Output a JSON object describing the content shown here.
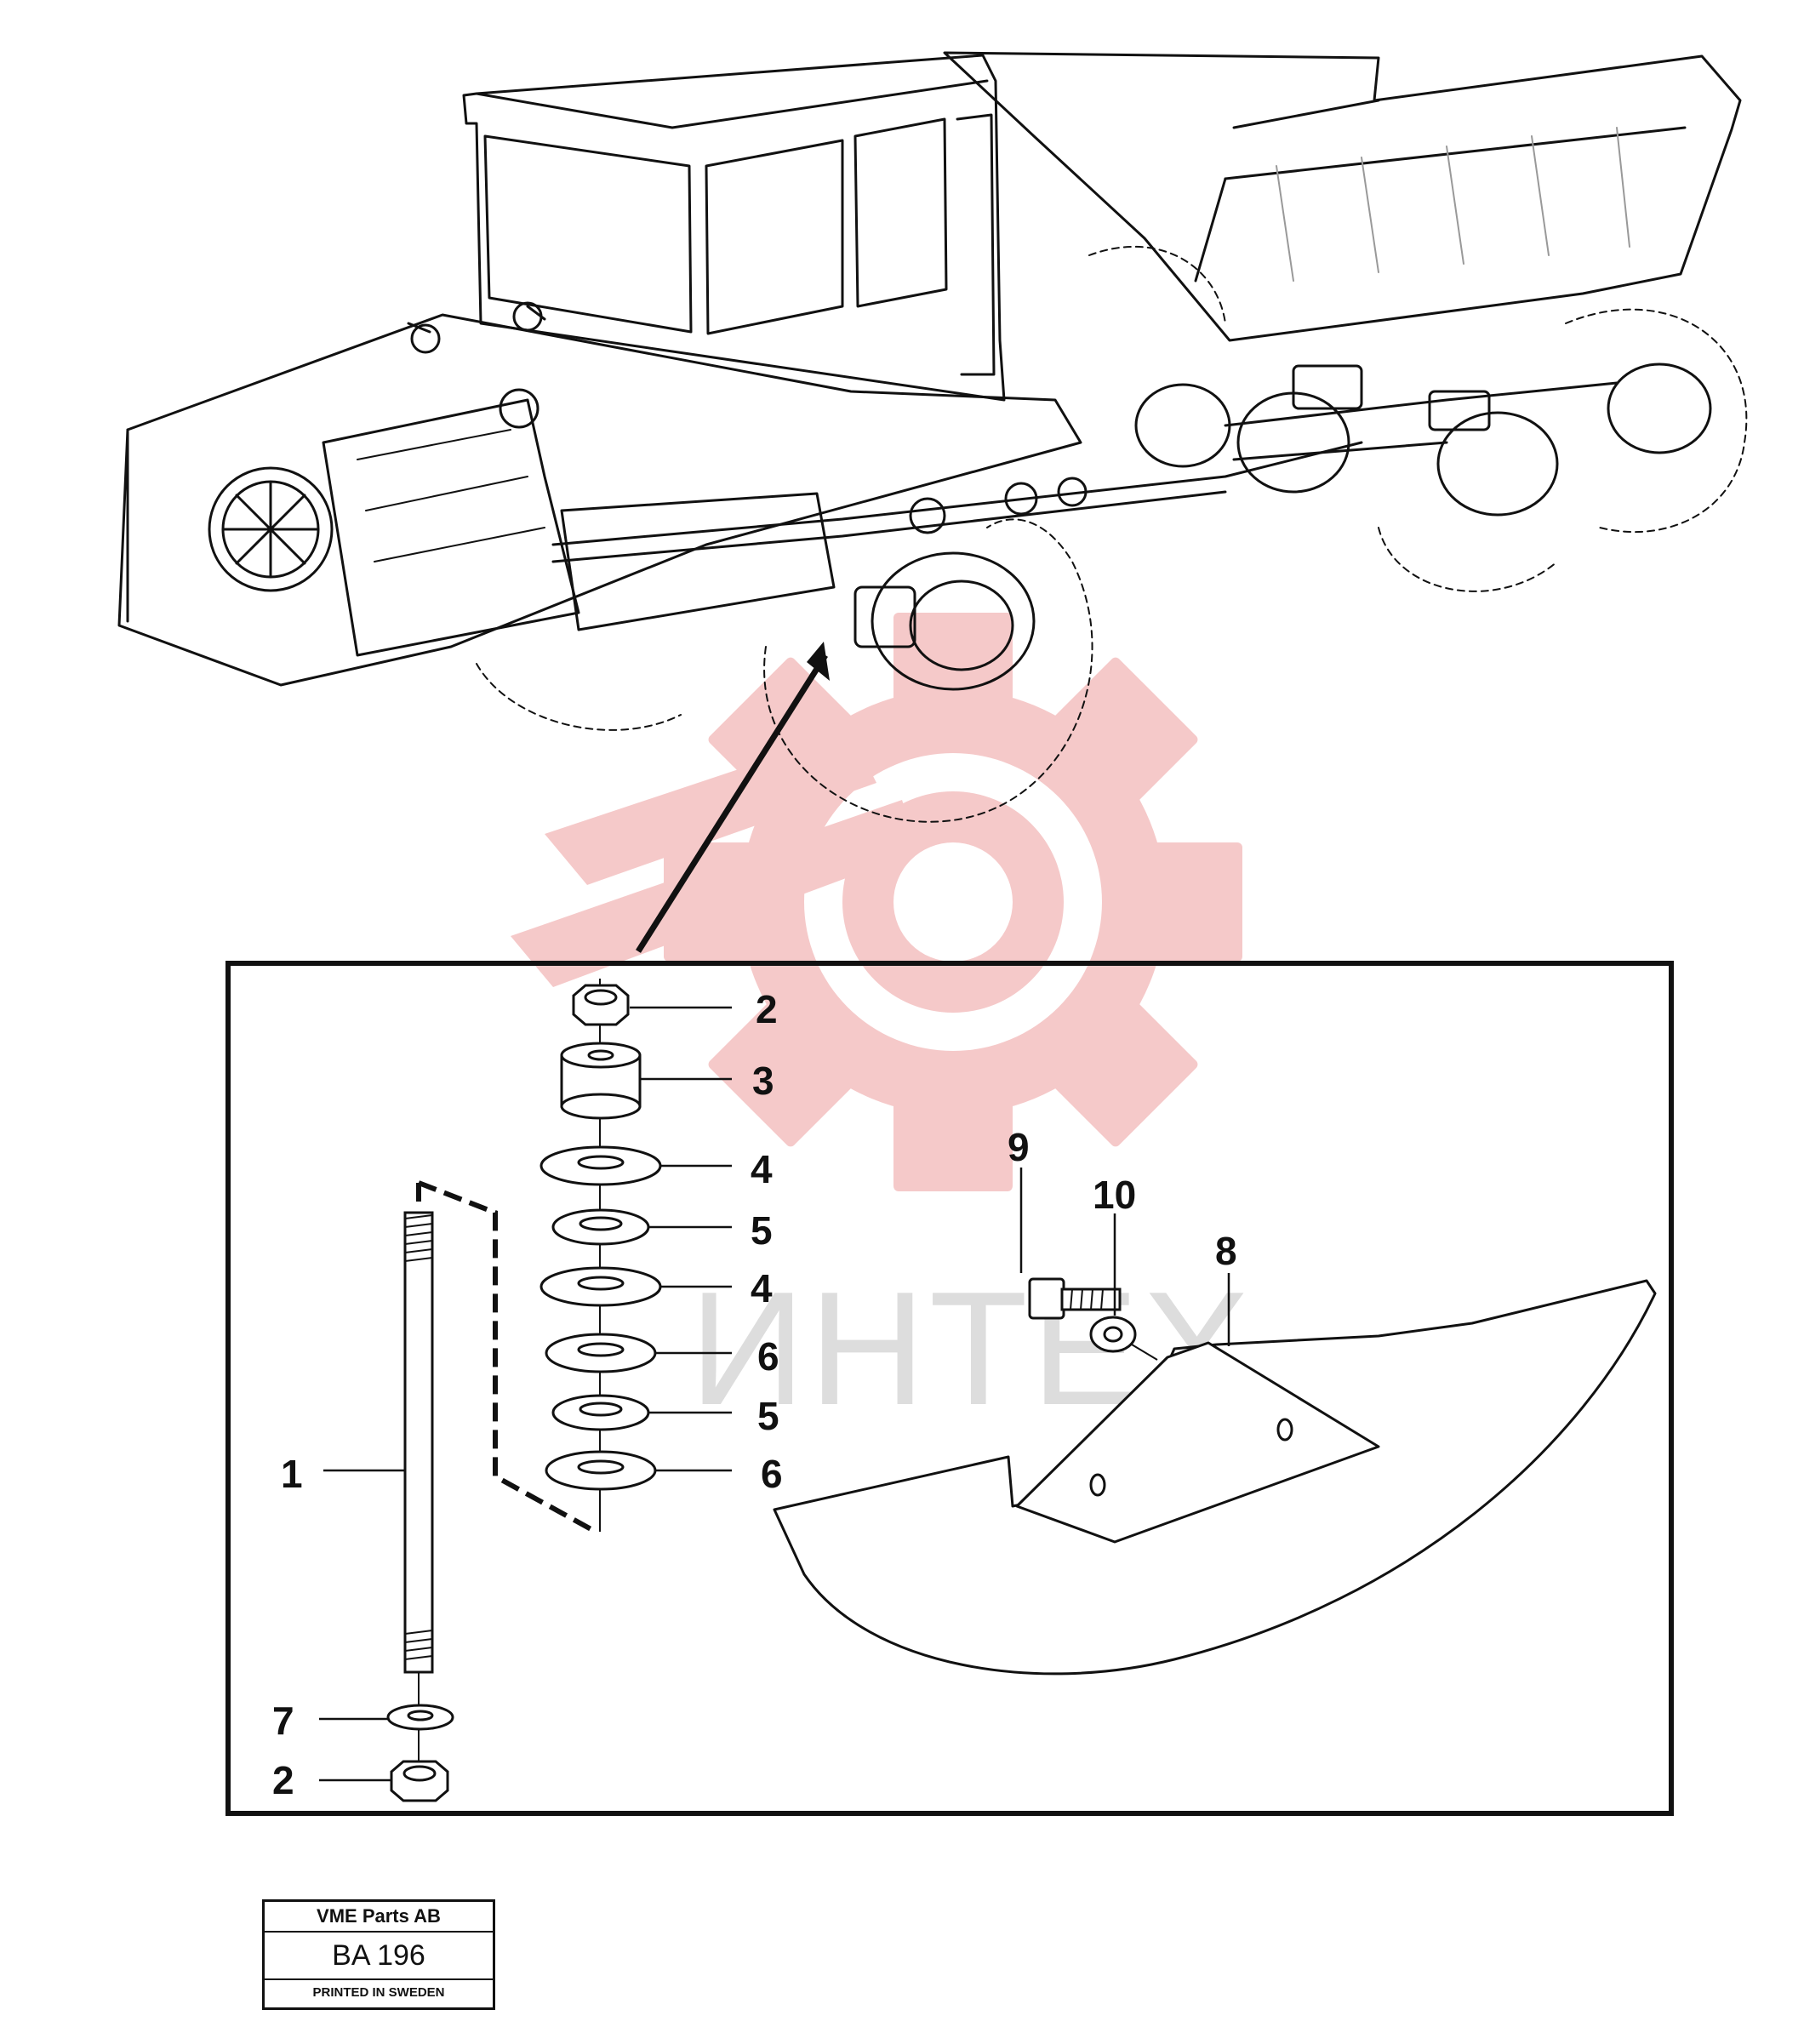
{
  "diagram": {
    "callouts": [
      {
        "id": "c2a",
        "label": "2"
      },
      {
        "id": "c3",
        "label": "3"
      },
      {
        "id": "c4a",
        "label": "4"
      },
      {
        "id": "c5a",
        "label": "5"
      },
      {
        "id": "c4b",
        "label": "4"
      },
      {
        "id": "c6a",
        "label": "6"
      },
      {
        "id": "c5b",
        "label": "5"
      },
      {
        "id": "c6b",
        "label": "6"
      },
      {
        "id": "c1",
        "label": "1"
      },
      {
        "id": "c7",
        "label": "7"
      },
      {
        "id": "c2b",
        "label": "2"
      },
      {
        "id": "c9",
        "label": "9"
      },
      {
        "id": "c10",
        "label": "10"
      },
      {
        "id": "c8",
        "label": "8"
      }
    ],
    "watermark": {
      "text": "ИНТЕХ",
      "color": "#e8a0a0"
    }
  },
  "stamp": {
    "company": "VME Parts AB",
    "code": "BA 196",
    "printed": "PRINTED IN SWEDEN"
  },
  "colors": {
    "line": "#111111",
    "watermark": "#f2b5b5",
    "background": "#ffffff"
  }
}
